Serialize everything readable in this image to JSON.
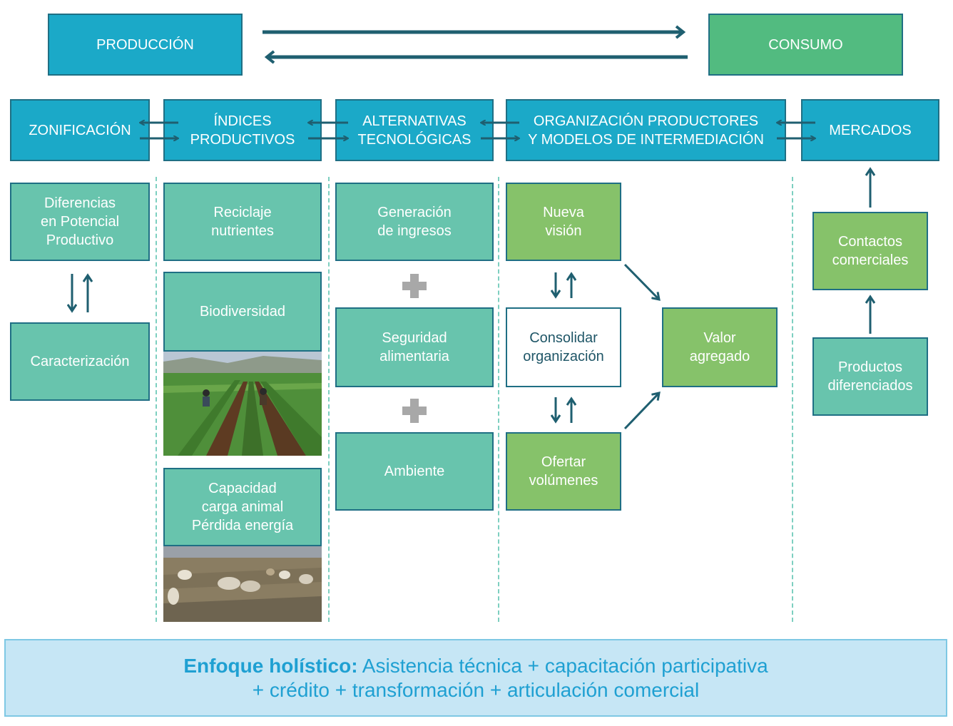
{
  "top": {
    "produccion": "PRODUCCIÓN",
    "consumo": "CONSUMO"
  },
  "headers": {
    "zonificacion": "ZONIFICACIÓN",
    "indices": "ÍNDICES\nPRODUCTIVOS",
    "alternativas": "ALTERNATIVAS\nTECNOLÓGICAS",
    "organizacion": "ORGANIZACIÓN PRODUCTORES\nY MODELOS DE INTERMEDIACIÓN",
    "mercados": "MERCADOS"
  },
  "col1": {
    "diferencias": "Diferencias\nen Potencial\nProductivo",
    "caracterizacion": "Caracterización"
  },
  "col2": {
    "reciclaje": "Reciclaje\nnutrientes",
    "biodiversidad": "Biodiversidad",
    "capacidad": "Capacidad\ncarga animal\nPérdida energía"
  },
  "col3": {
    "generacion": "Generación\nde ingresos",
    "seguridad": "Seguridad\nalimentaria",
    "ambiente": "Ambiente"
  },
  "col4": {
    "nueva_vision": "Nueva\nvisión",
    "consolidar": "Consolidar\norganización",
    "ofertar": "Ofertar\nvolúmenes",
    "valor": "Valor\nagregado"
  },
  "col5": {
    "contactos": "Contactos\ncomerciales",
    "productos": "Productos\ndiferenciados"
  },
  "footer": {
    "bold": "Enfoque holístico:",
    "line1": " Asistencia técnica + capacitación participativa",
    "line2": "+ crédito + transformación + articulación comercial"
  },
  "colors": {
    "header_blue": "#1ba9c8",
    "box_teal": "#68c4ad",
    "box_green": "#86c26a",
    "consumo_green": "#52bb80",
    "arrow_dark": "#1f5f70",
    "footer_bg": "#c6e6f5",
    "footer_text": "#1fa0d2"
  }
}
